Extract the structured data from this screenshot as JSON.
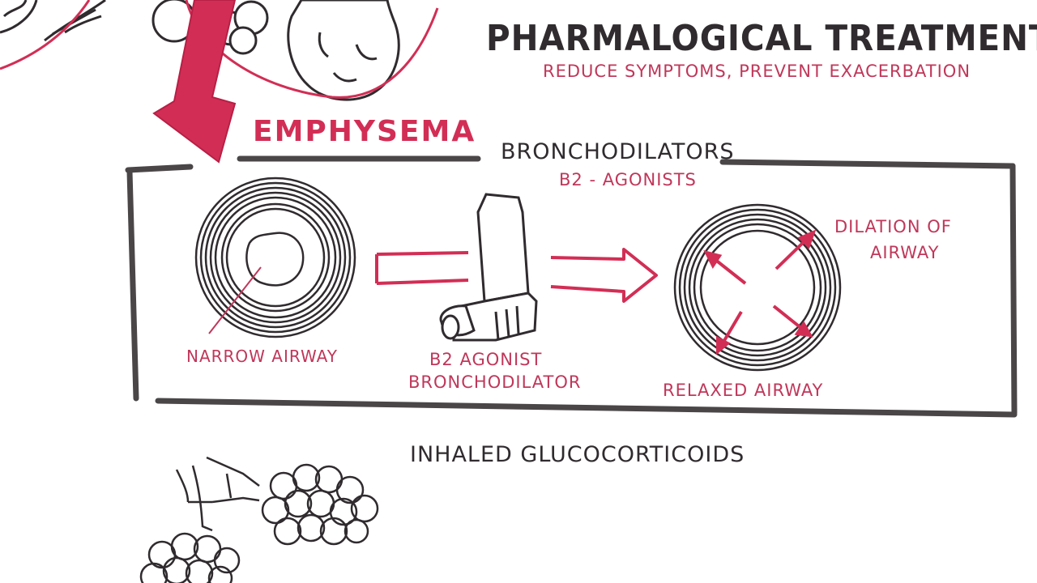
{
  "colors": {
    "ink": "#2f2b2e",
    "accent": "#d22e55",
    "accent_text": "#c0375a",
    "frame": "#4a4648"
  },
  "header": {
    "title": "PHARMALOGICAL TREATMENT",
    "subtitle": "REDUCE SYMPTOMS, PREVENT EXACERBATION"
  },
  "disease_label": "EMPHYSEMA",
  "bronchodilators_box": {
    "heading": "BRONCHODILATORS",
    "subheading": "B2 - AGONISTS",
    "narrow_airway_label": "NARROW AIRWAY",
    "inhaler_label_line1": "B2 AGONIST",
    "inhaler_label_line2": "BRONCHODILATOR",
    "relaxed_airway_label": "RELAXED AIRWAY",
    "dilation_label_line1": "DILATION OF",
    "dilation_label_line2": "AIRWAY"
  },
  "next_section_heading": "INHALED GLUCOCORTICOIDS",
  "icons": [
    "lung-alveoli-icon",
    "airway-cross-section-icon",
    "inhaler-icon",
    "arrow-icon"
  ]
}
